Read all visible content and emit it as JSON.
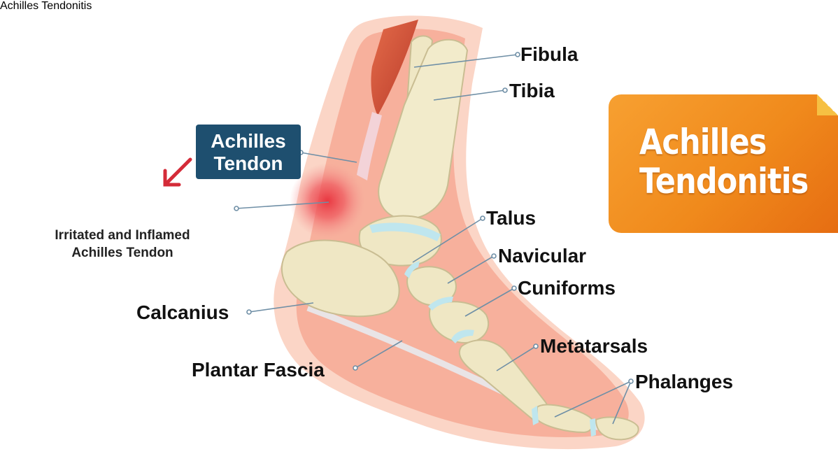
{
  "title": {
    "line1": "Achilles",
    "line2": "Tendonitis"
  },
  "callouts": {
    "achilles_tendon": {
      "line1": "Achilles",
      "line2": "Tendon"
    },
    "achilles_tendonitis": "Achilles Tendonitis",
    "description": {
      "line1": "Irritated and Inflamed",
      "line2": "Achilles Tendon"
    }
  },
  "labels": {
    "fibula": "Fibula",
    "tibia": "Tibia",
    "talus": "Talus",
    "navicular": "Navicular",
    "cuniforms": "Cuniforms",
    "calcanius": "Calcanius",
    "metatarsals": "Metatarsals",
    "plantar_fascia": "Plantar Fascia",
    "phalanges": "Phalanges"
  },
  "colors": {
    "title_card": "#f08a1c",
    "tendon_box": "#1e4f6f",
    "tendonitis_box": "#d42b38",
    "arrow": "#d42b38",
    "skin_outer": "#f9cfc0",
    "skin_inner": "#f5a793",
    "bone": "#efe7c4",
    "cartilage": "#bfe6ee",
    "muscle": "#d8553c",
    "leader_line": "#6f8fa6"
  }
}
